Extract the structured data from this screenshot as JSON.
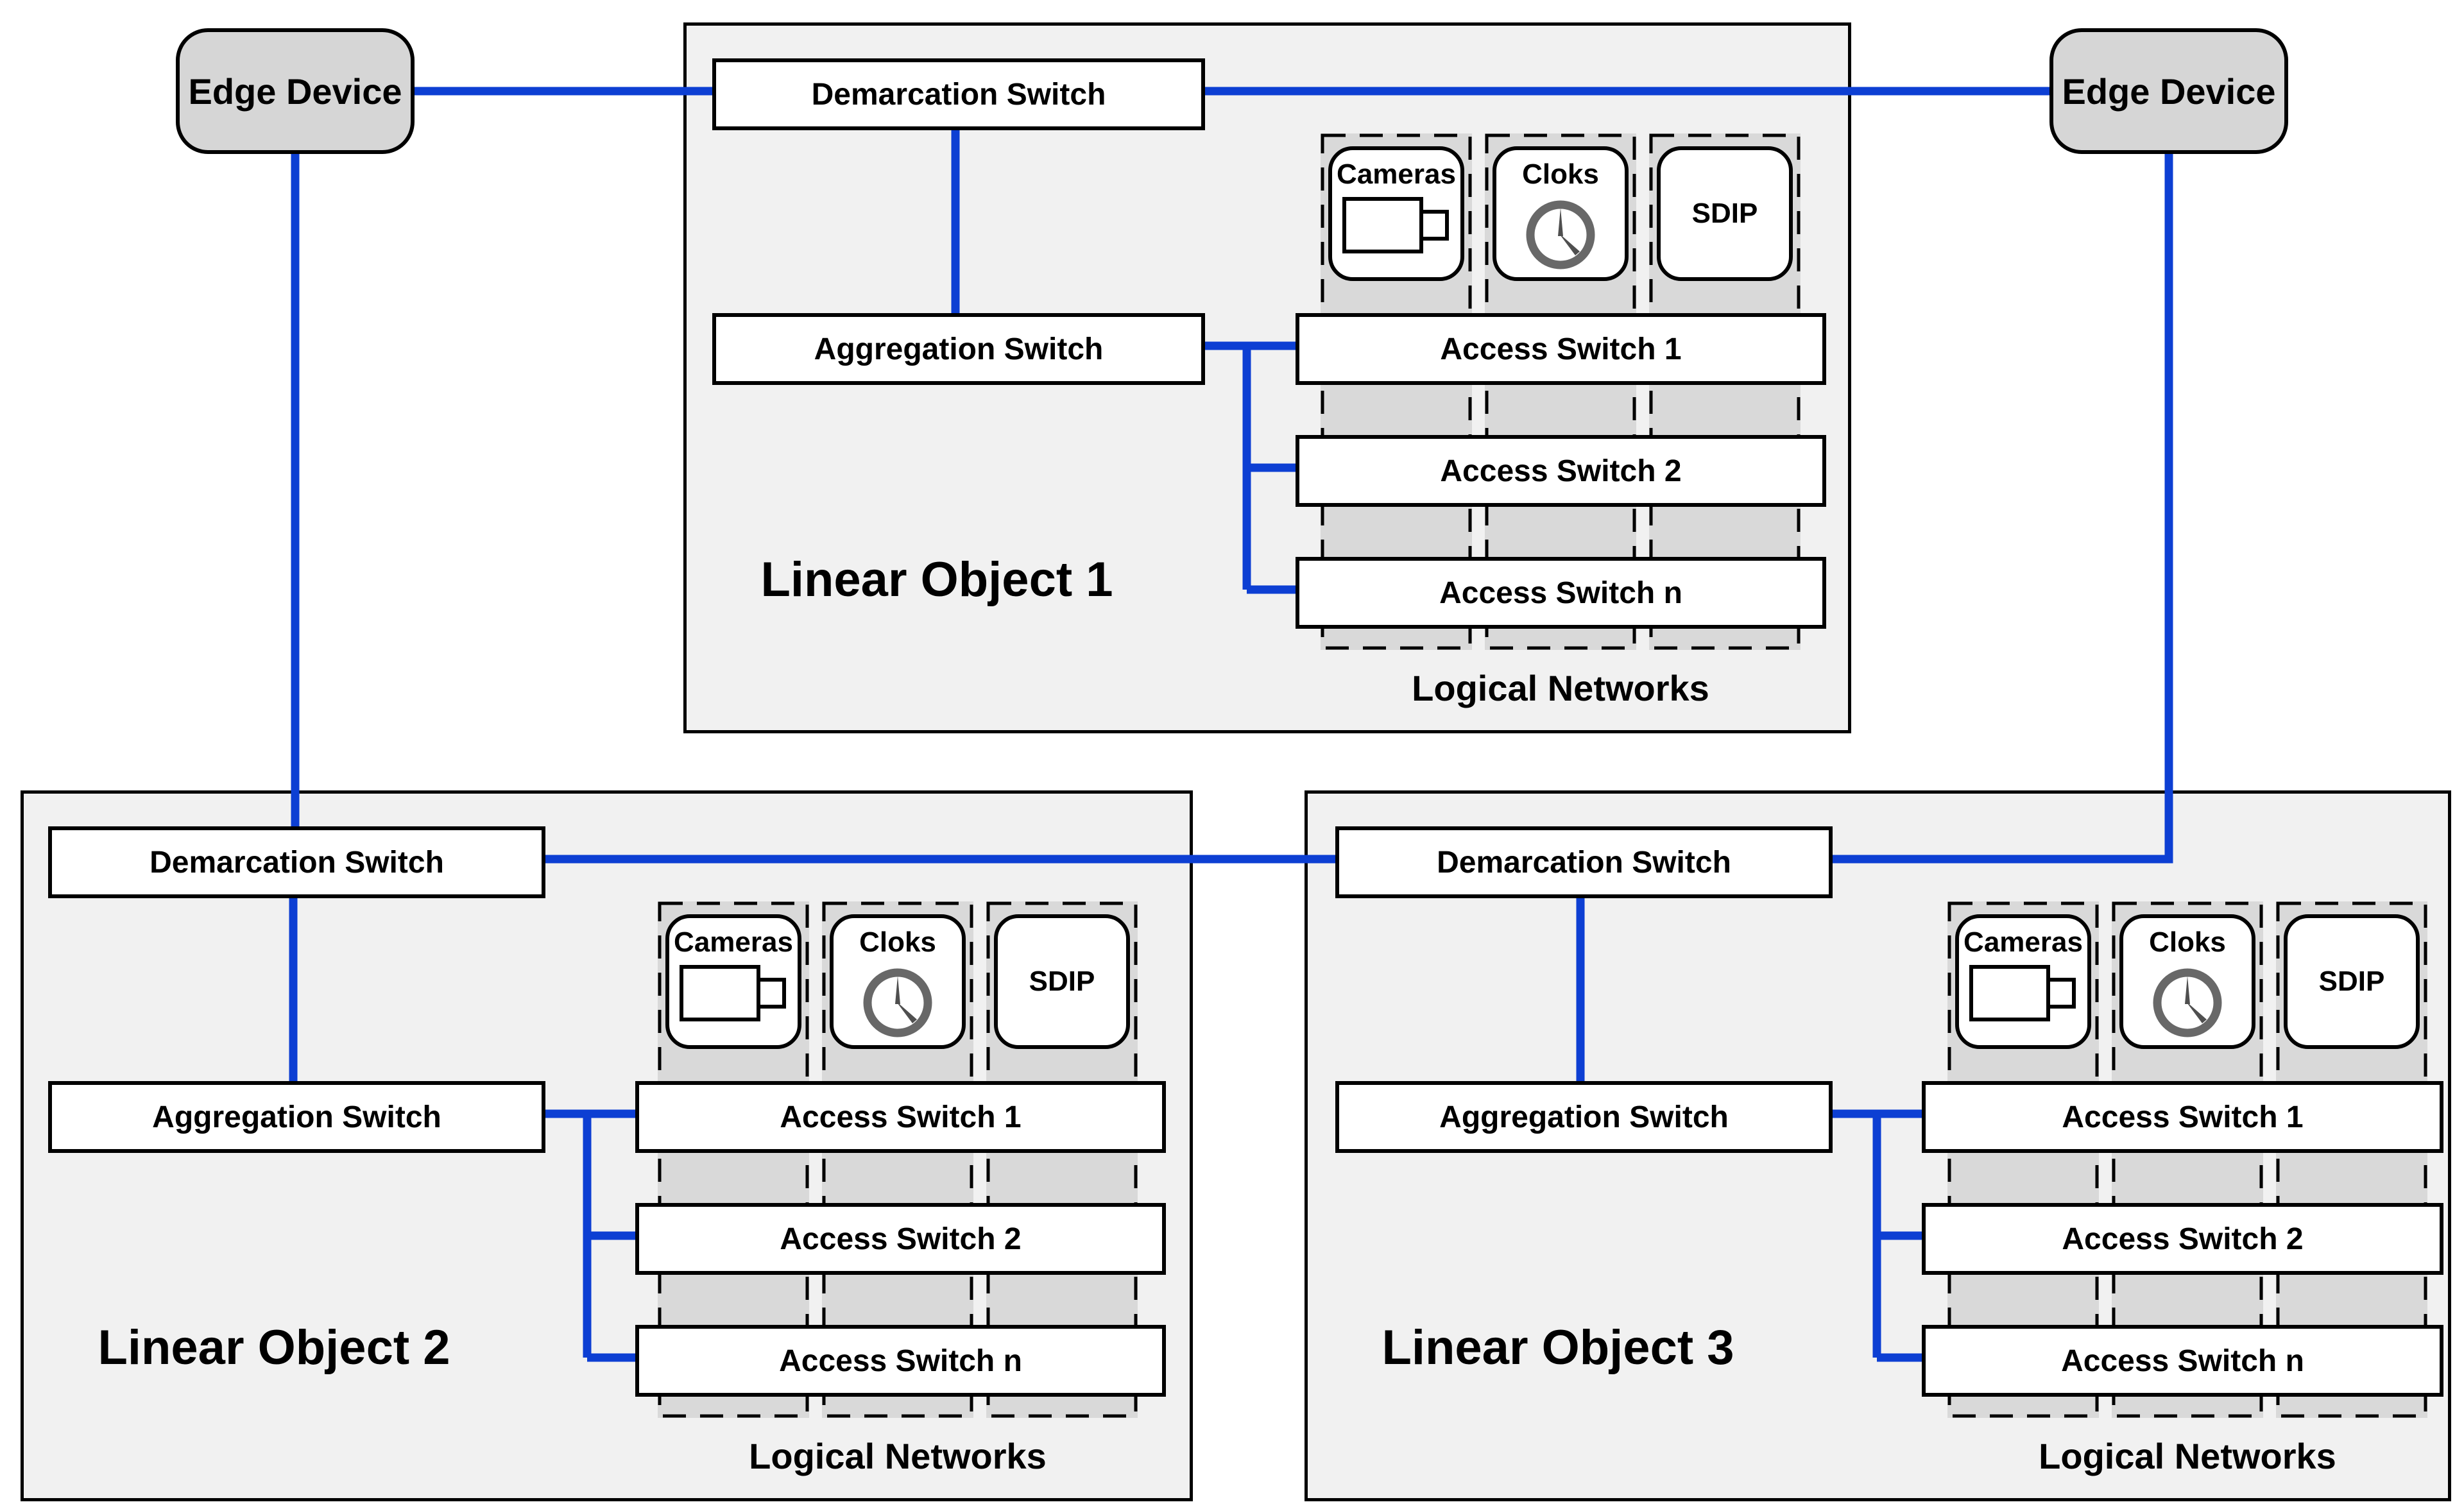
{
  "edge_devices": {
    "left": {
      "label": "Edge Device"
    },
    "right": {
      "label": "Edge Device"
    }
  },
  "objects": [
    {
      "title": "Linear Object 1",
      "demarcation_switch": "Demarcation Switch",
      "aggregation_switch": "Aggregation Switch",
      "access_switches": [
        "Access Switch 1",
        "Access Switch 2",
        "Access Switch n"
      ],
      "logical_networks_label": "Logical Networks",
      "device_groups": [
        {
          "label": "Cameras",
          "icon": "camera-icon"
        },
        {
          "label": "Cloks",
          "icon": "clock-icon"
        },
        {
          "label": "SDIP",
          "icon": "none"
        }
      ]
    },
    {
      "title": "Linear Object 2",
      "demarcation_switch": "Demarcation Switch",
      "aggregation_switch": "Aggregation Switch",
      "access_switches": [
        "Access Switch 1",
        "Access Switch 2",
        "Access Switch n"
      ],
      "logical_networks_label": "Logical Networks",
      "device_groups": [
        {
          "label": "Cameras",
          "icon": "camera-icon"
        },
        {
          "label": "Cloks",
          "icon": "clock-icon"
        },
        {
          "label": "SDIP",
          "icon": "none"
        }
      ]
    },
    {
      "title": "Linear Object 3",
      "demarcation_switch": "Demarcation Switch",
      "aggregation_switch": "Aggregation Switch",
      "access_switches": [
        "Access Switch 1",
        "Access Switch 2",
        "Access Switch n"
      ],
      "logical_networks_label": "Logical Networks",
      "device_groups": [
        {
          "label": "Cameras",
          "icon": "camera-icon"
        },
        {
          "label": "Cloks",
          "icon": "clock-icon"
        },
        {
          "label": "SDIP",
          "icon": "none"
        }
      ]
    }
  ],
  "colors": {
    "connector_blue": "#0D3FD3",
    "container_fill": "#F1F1F1",
    "column_fill": "#D9D9D9",
    "edge_device_fill": "#D6D6D6",
    "box_fill": "#FFFFFF",
    "outline": "#000000",
    "clock_gray": "#686868"
  }
}
